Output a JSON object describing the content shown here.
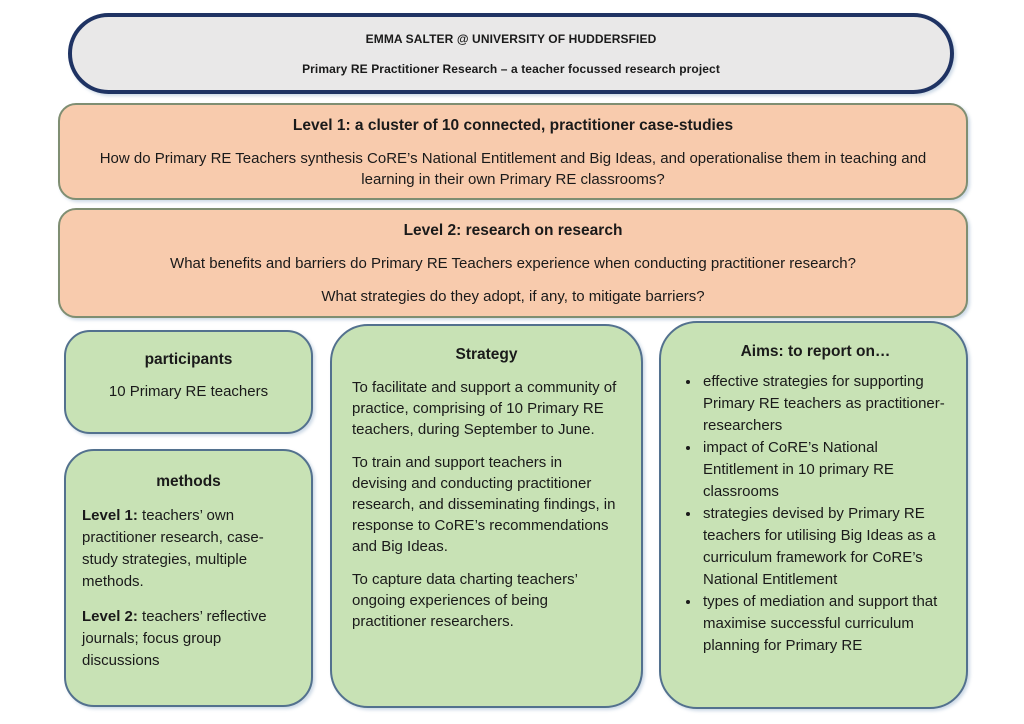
{
  "header": {
    "line1": "EMMA SALTER @ UNIVERSITY OF HUDDERSFIED",
    "line2": "Primary RE Practitioner Research – a teacher focussed research project"
  },
  "level1": {
    "title": "Level 1: a cluster of 10 connected, practitioner case-studies",
    "body": "How do Primary RE Teachers synthesis CoRE’s National Entitlement and Big Ideas, and operationalise them in teaching and learning in their own Primary RE classrooms?"
  },
  "level2": {
    "title": "Level 2: research on research",
    "question1": "What benefits and barriers do Primary RE Teachers experience when conducting practitioner research?",
    "question2": "What strategies do they adopt, if any, to mitigate barriers?"
  },
  "participants": {
    "title": "participants",
    "body": "10 Primary RE teachers"
  },
  "methods": {
    "title": "methods",
    "items": [
      {
        "label": "Level 1:",
        "text": "teachers’ own practitioner research, case-study strategies, multiple methods."
      },
      {
        "label": "Level 2:",
        "text": "teachers’ reflective journals; focus group discussions"
      }
    ]
  },
  "strategy": {
    "title": "Strategy",
    "paragraphs": [
      "To facilitate and support a community of practice, comprising of 10 Primary RE teachers, during September to June.",
      "To train and support teachers in devising and conducting practitioner research, and disseminating findings, in response to CoRE’s recommendations and Big Ideas.",
      "To capture data charting teachers’ ongoing experiences of being practitioner researchers."
    ]
  },
  "aims": {
    "title": "Aims: to report on…",
    "bullets": [
      "effective strategies for supporting Primary RE teachers as practitioner-researchers",
      "impact of CoRE’s National Entitlement in 10 primary RE classrooms",
      "strategies devised by Primary RE teachers for utilising Big Ideas as a curriculum framework for CoRE’s National Entitlement",
      "types of mediation and support that maximise successful curriculum planning for Primary RE"
    ]
  },
  "colors": {
    "navy-border": "#1f3363",
    "header-fill": "#e9e8e8",
    "orange-fill": "#f8cbad",
    "orange-border": "#7f8e72",
    "green-fill": "#c8e2b5",
    "green-border": "#53718e",
    "text": "#1a1a1a"
  }
}
